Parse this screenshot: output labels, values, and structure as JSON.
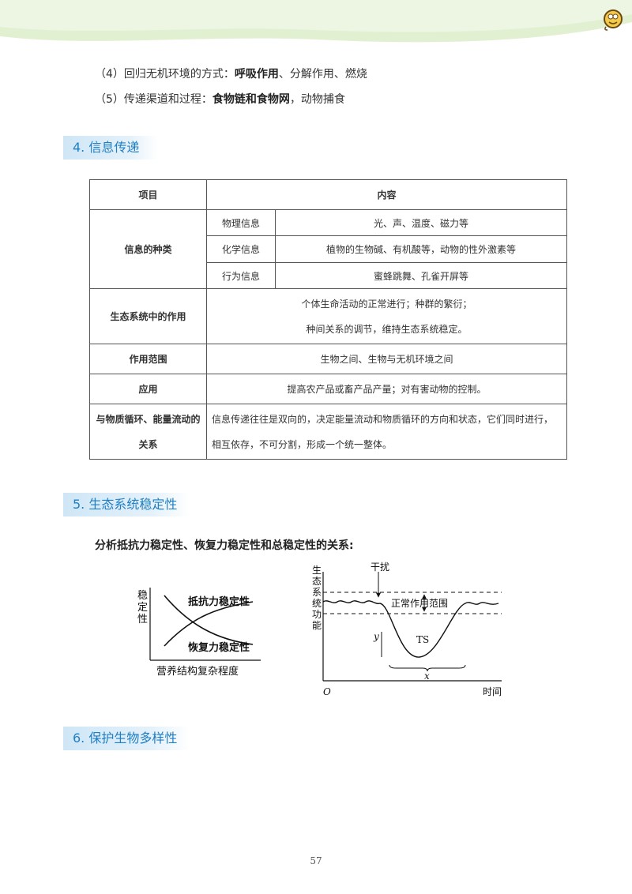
{
  "header": {
    "logo": "bee-badge-icon"
  },
  "lines": [
    {
      "prefix": "（4）回归无机环境的方式：",
      "bold": "呼吸作用",
      "suffix": "、分解作用、燃烧"
    },
    {
      "prefix": "（5）传递渠道和过程：",
      "bold": "食物链和食物网",
      "suffix": "，动物捕食"
    }
  ],
  "sections": {
    "s4": "4. 信息传递",
    "s5": "5. 生态系统稳定性",
    "s6": "6. 保护生物多样性"
  },
  "table": {
    "head_item": "项目",
    "head_content": "内容",
    "kinds_label": "信息的种类",
    "kinds": [
      {
        "name": "物理信息",
        "desc": "光、声、温度、磁力等"
      },
      {
        "name": "化学信息",
        "desc": "植物的生物碱、有机酸等，动物的性外激素等"
      },
      {
        "name": "行为信息",
        "desc": "蜜蜂跳舞、孔雀开屏等"
      }
    ],
    "role_label": "生态系统中的作用",
    "role_lines": [
      "个体生命活动的正常进行；种群的繁衍；",
      "种间关系的调节，维持生态系统稳定。"
    ],
    "scope_label": "作用范围",
    "scope": "生物之间、生物与无机环境之间",
    "app_label": "应用",
    "app": "提高农产品或畜产品产量；对有害动物的控制。",
    "rel_label_lines": [
      "与物质循环、能量流动的",
      "关系"
    ],
    "rel": "信息传递往往是双向的，决定能量流动和物质循环的方向和状态，它们同时进行，相互依存，不可分割，形成一个统一整体。"
  },
  "subtitle": "分析抵抗力稳定性、恢复力稳定性和总稳定性的关系:",
  "fig1": {
    "ylabel": [
      "稳",
      "定",
      "性"
    ],
    "xlabel": "营养结构复杂程度",
    "curve_a": "抵抗力稳定性",
    "curve_b": "恢复力稳定性"
  },
  "fig2": {
    "ylabel": [
      "生",
      "态",
      "系",
      "统",
      "功",
      "能"
    ],
    "origin": "O",
    "xlabel": "时间",
    "disturb": "干扰",
    "range": "正常作用范围",
    "ts": "TS",
    "y": "y",
    "x": "x"
  },
  "page_number": "57"
}
